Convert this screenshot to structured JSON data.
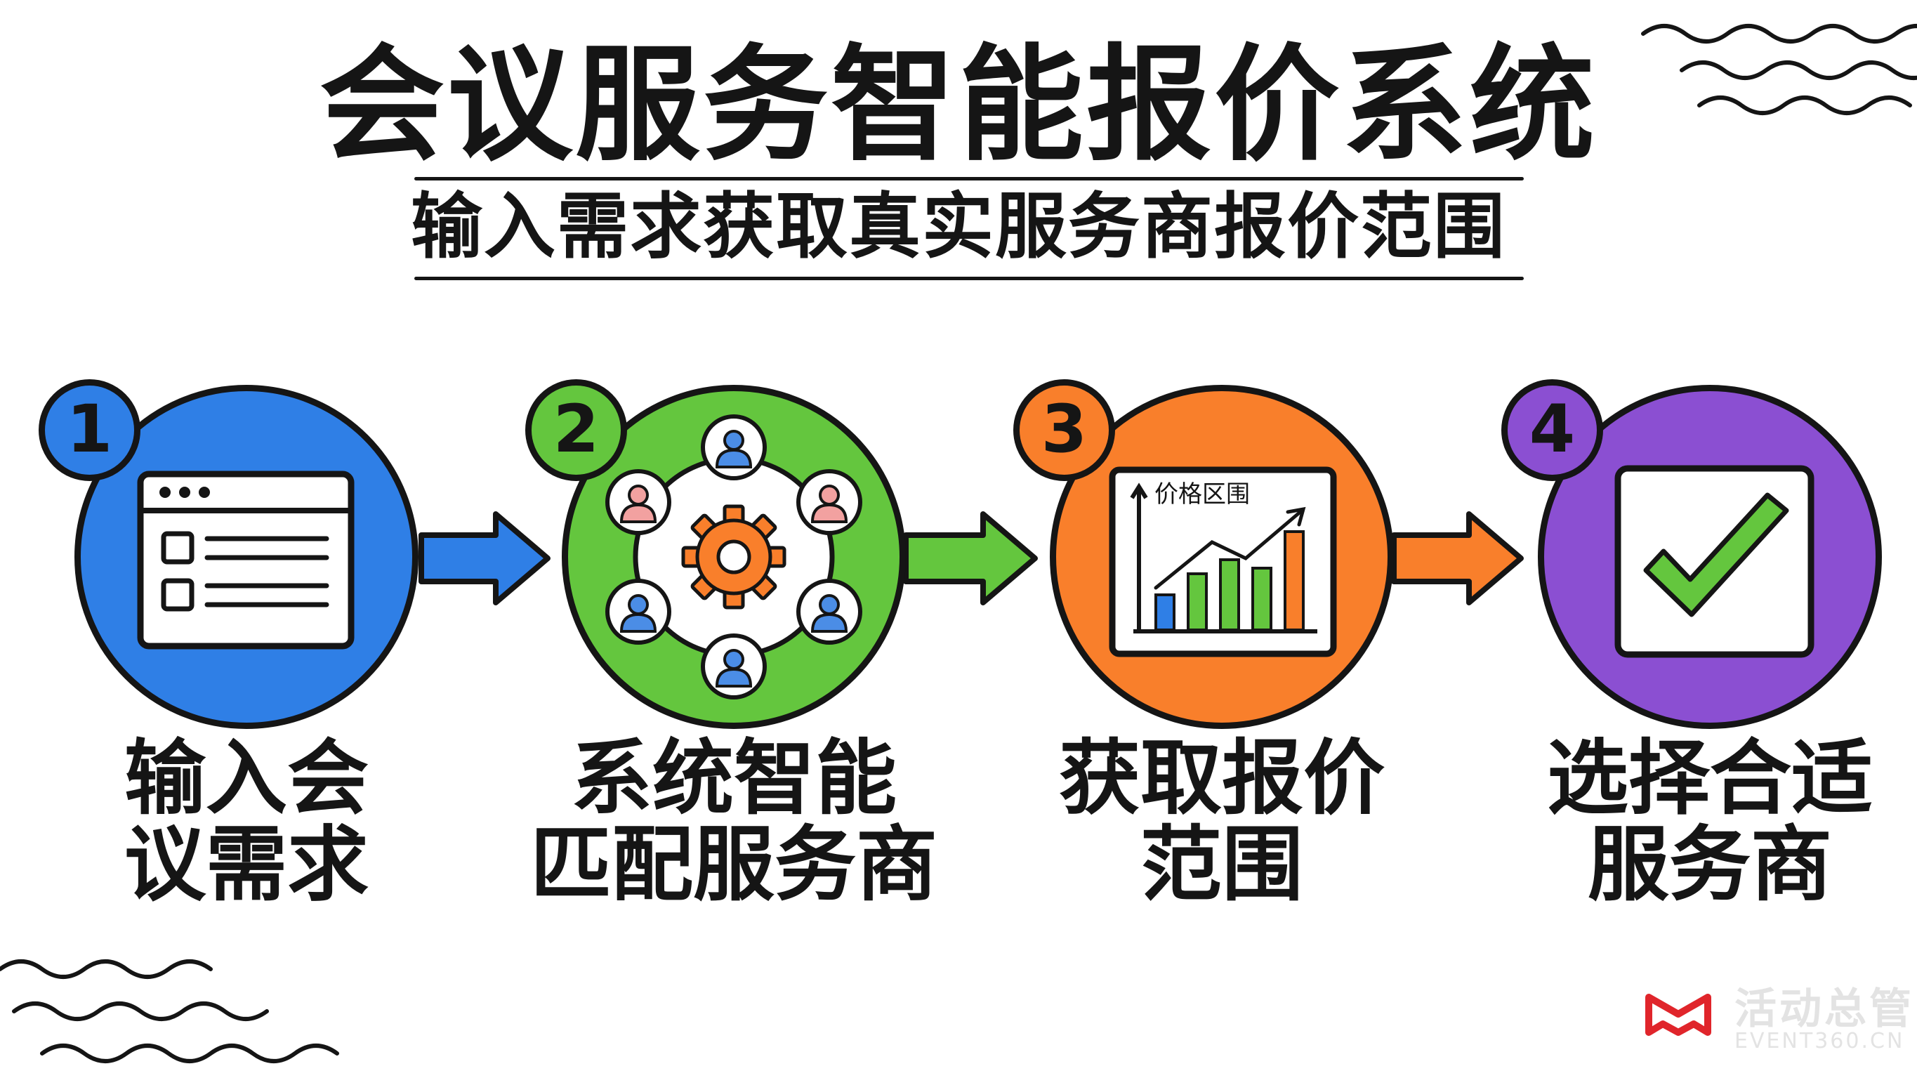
{
  "header": {
    "title": "会议服务智能报价系统",
    "subtitle": "输入需求获取真实服务商报价范围"
  },
  "steps": [
    {
      "number": "1",
      "line1": "输入会",
      "line2": "议需求",
      "color": "#2f7fe6",
      "icon": "form-window-icon"
    },
    {
      "number": "2",
      "line1": "系统智能",
      "line2": "匹配服务商",
      "color": "#64c63e",
      "icon": "gear-network-icon"
    },
    {
      "number": "3",
      "line1": "获取报价",
      "line2": "范围",
      "color": "#f97f2b",
      "icon": "price-chart-icon"
    },
    {
      "number": "4",
      "line1": "选择合适",
      "line2": "服务商",
      "color": "#8b4fd2",
      "icon": "checkmark-icon"
    }
  ],
  "chart_label": "价格区围",
  "arrow_colors": [
    "#2f7fe6",
    "#64c63e",
    "#f97f2b"
  ],
  "watermark": {
    "name": "活动总管",
    "site": "EVENT360.CN",
    "logo_color": "#e0252b"
  }
}
